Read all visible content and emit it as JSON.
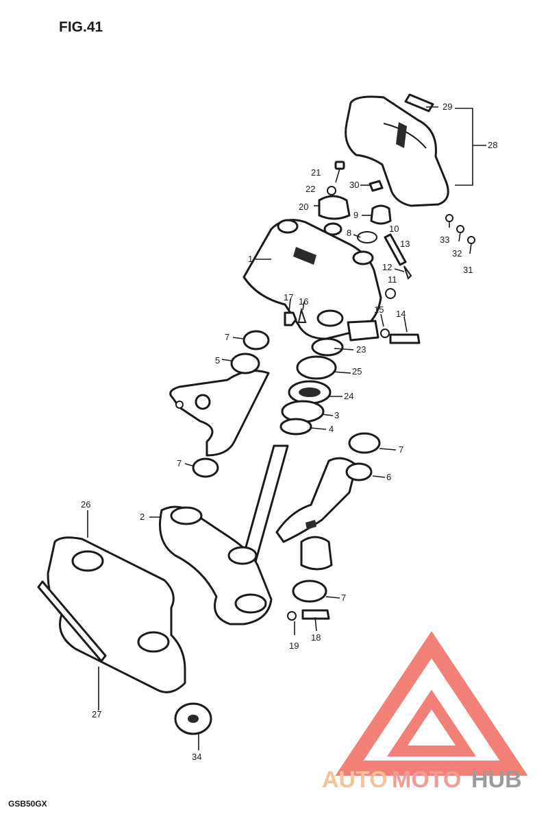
{
  "figure": {
    "title": "FIG.41",
    "model_code": "GSB50GX"
  },
  "watermark": {
    "word1": "AUTO",
    "word2": "MOTO",
    "word3": "HUB",
    "colors": {
      "auto": "#f2b98a",
      "moto": "#f08a80",
      "hub": "#8a8a8a",
      "logo": "#f26a60"
    }
  },
  "callouts": {
    "c1": "1",
    "c2": "2",
    "c3": "3",
    "c4": "4",
    "c5": "5",
    "c6": "6",
    "c7a": "7",
    "c7b": "7",
    "c7c": "7",
    "c7d": "7",
    "c8": "8",
    "c9": "9",
    "c10": "10",
    "c11": "11",
    "c12": "12",
    "c13": "13",
    "c14": "14",
    "c15": "15",
    "c16": "16",
    "c17": "17",
    "c18": "18",
    "c19": "19",
    "c20": "20",
    "c21": "21",
    "c22": "22",
    "c23": "23",
    "c24": "24",
    "c25": "25",
    "c26": "26",
    "c27": "27",
    "c28": "28",
    "c29": "29",
    "c30": "30",
    "c31": "31",
    "c32": "32",
    "c33": "33",
    "c34": "34"
  }
}
